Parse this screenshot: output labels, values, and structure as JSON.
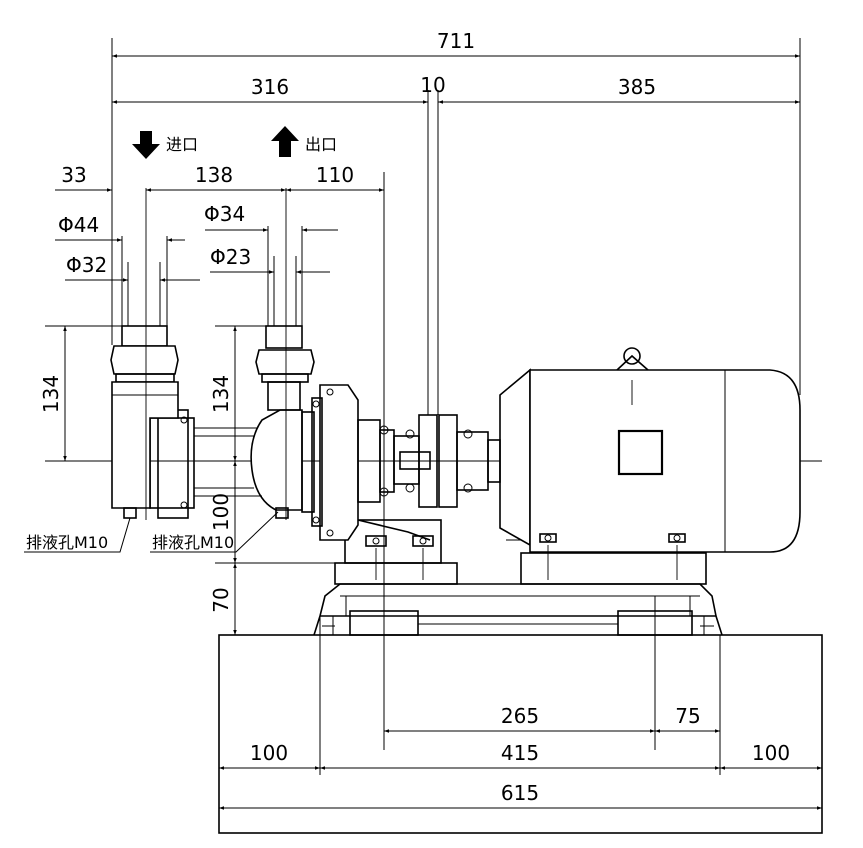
{
  "dimensions": {
    "overall_length": "711",
    "pump_section": "316",
    "gap": "10",
    "motor_section": "385",
    "inlet_offset": "33",
    "inlet_outlet_distance": "138",
    "outlet_to_face": "110",
    "inlet_outer_diameter": "Φ44",
    "inlet_inner_diameter": "Φ32",
    "outlet_outer_diameter": "Φ34",
    "outlet_inner_diameter": "Φ23",
    "inlet_height": "134",
    "outlet_height": "134",
    "center_to_base": "100",
    "base_height": "70",
    "bolt_distance": "265",
    "bolt_offset": "75",
    "base_overhang_left": "100",
    "base_frame_length": "415",
    "base_overhang_right": "100",
    "foundation_length": "615"
  },
  "labels": {
    "inlet": "进口",
    "outlet": "出口",
    "drain_left": "排液孔M10",
    "drain_right": "排液孔M10"
  }
}
